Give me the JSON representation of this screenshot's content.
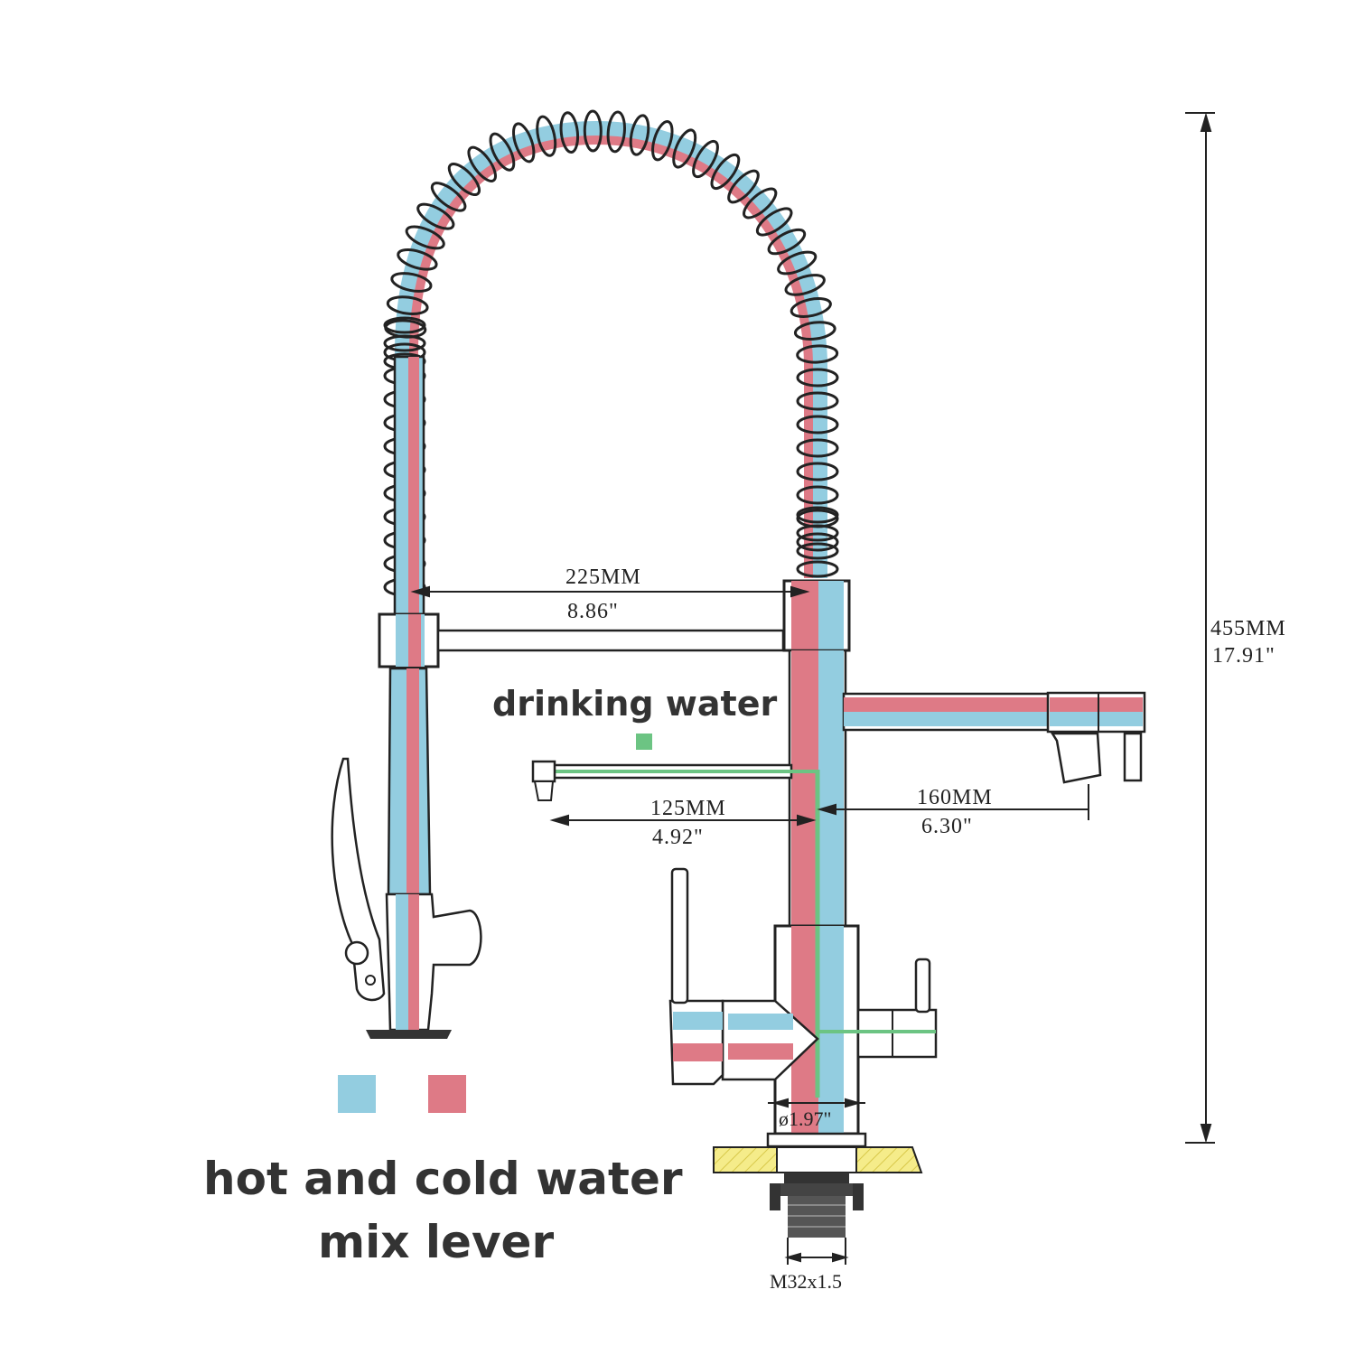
{
  "colors": {
    "cold": "#93cde0",
    "hot": "#de7a86",
    "drinking": "#6cc483",
    "outline": "#222222",
    "sink": "#f5ec8a"
  },
  "labels": {
    "drinking_water": "drinking water",
    "hot_cold_line1": "hot and cold water",
    "hot_cold_line2": "mix lever"
  },
  "dimensions": {
    "spout_reach_mm": "225MM",
    "spout_reach_in": "8.86\"",
    "height_mm": "455MM",
    "height_in": "17.91\"",
    "drinking_reach_mm": "125MM",
    "drinking_reach_in": "4.92\"",
    "side_reach_mm": "160MM",
    "side_reach_in": "6.30\"",
    "base_diameter": "ø1.97\"",
    "thread": "M32x1.5"
  }
}
